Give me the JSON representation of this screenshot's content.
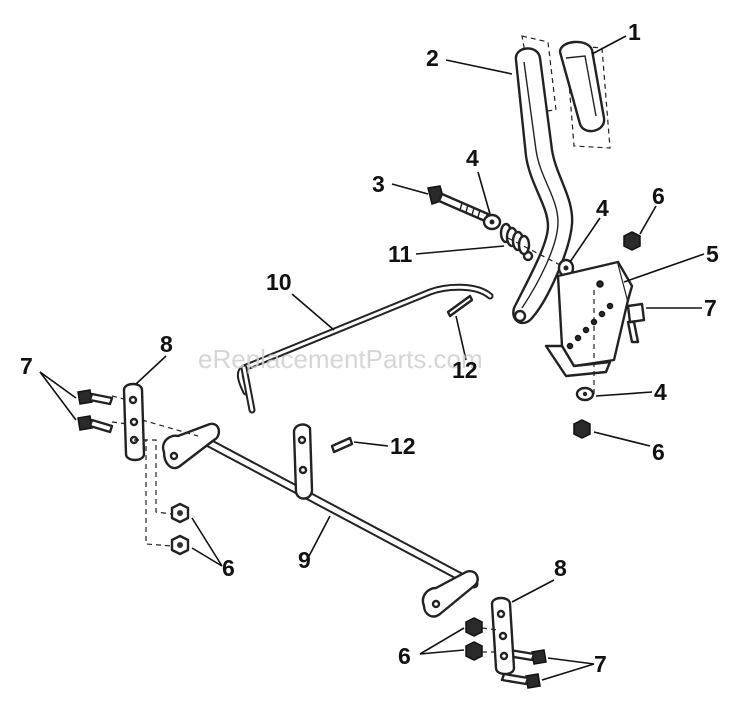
{
  "watermark": "eReplacementParts.com",
  "callouts": {
    "c1": "1",
    "c2": "2",
    "c3": "3",
    "c4a": "4",
    "c4b": "4",
    "c4c": "4",
    "c5": "5",
    "c6a": "6",
    "c6b": "6",
    "c6c": "6",
    "c6d": "6",
    "c7a": "7",
    "c7b": "7",
    "c7c": "7",
    "c8a": "8",
    "c8b": "8",
    "c9": "9",
    "c10": "10",
    "c11": "11",
    "c12a": "12",
    "c12b": "12"
  }
}
